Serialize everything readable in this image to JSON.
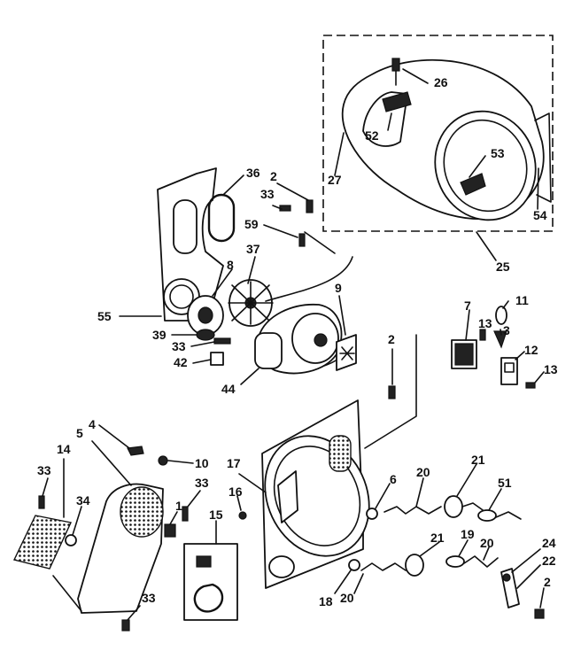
{
  "callouts": [
    {
      "key": "c26",
      "text": "26"
    },
    {
      "key": "c52",
      "text": "52"
    },
    {
      "key": "c53",
      "text": "53"
    },
    {
      "key": "c27",
      "text": "27"
    },
    {
      "key": "c54",
      "text": "54"
    },
    {
      "key": "c25",
      "text": "25"
    },
    {
      "key": "c36",
      "text": "36"
    },
    {
      "key": "c2a",
      "text": "2"
    },
    {
      "key": "c33a",
      "text": "33"
    },
    {
      "key": "c59",
      "text": "59"
    },
    {
      "key": "c37",
      "text": "37"
    },
    {
      "key": "c8",
      "text": "8"
    },
    {
      "key": "c9",
      "text": "9"
    },
    {
      "key": "c55",
      "text": "55"
    },
    {
      "key": "c39",
      "text": "39"
    },
    {
      "key": "c33b",
      "text": "33"
    },
    {
      "key": "c42",
      "text": "42"
    },
    {
      "key": "c44",
      "text": "44"
    },
    {
      "key": "c2b",
      "text": "2"
    },
    {
      "key": "c7",
      "text": "7"
    },
    {
      "key": "c11",
      "text": "11"
    },
    {
      "key": "c13a",
      "text": "13"
    },
    {
      "key": "c3",
      "text": "3"
    },
    {
      "key": "c12",
      "text": "12"
    },
    {
      "key": "c13b",
      "text": "13"
    },
    {
      "key": "c4",
      "text": "4"
    },
    {
      "key": "c5",
      "text": "5"
    },
    {
      "key": "c10",
      "text": "10"
    },
    {
      "key": "c14",
      "text": "14"
    },
    {
      "key": "c33c",
      "text": "33"
    },
    {
      "key": "c34",
      "text": "34"
    },
    {
      "key": "c1",
      "text": "1"
    },
    {
      "key": "c33d",
      "text": "33"
    },
    {
      "key": "c17",
      "text": "17"
    },
    {
      "key": "c16",
      "text": "16"
    },
    {
      "key": "c15",
      "text": "15"
    },
    {
      "key": "c6",
      "text": "6"
    },
    {
      "key": "c20a",
      "text": "20"
    },
    {
      "key": "c21a",
      "text": "21"
    },
    {
      "key": "c51",
      "text": "51"
    },
    {
      "key": "c21b",
      "text": "21"
    },
    {
      "key": "c19",
      "text": "19"
    },
    {
      "key": "c20b",
      "text": "20"
    },
    {
      "key": "c24",
      "text": "24"
    },
    {
      "key": "c22",
      "text": "22"
    },
    {
      "key": "c2c",
      "text": "2"
    },
    {
      "key": "c33e",
      "text": "33"
    },
    {
      "key": "c18",
      "text": "18"
    },
    {
      "key": "c20c",
      "text": "20"
    }
  ]
}
